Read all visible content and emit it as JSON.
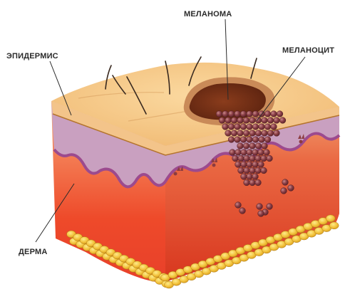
{
  "labels": {
    "melanoma": "МЕЛАНОМА",
    "melanocyte": "МЕЛАНОЦИТ",
    "epidermis": "ЭПИДЕРМИС",
    "dermis": "ДЕРМА"
  },
  "colors": {
    "skin_top": "#f4c98b",
    "epidermis_band": "#c9a8c4",
    "dermis": "#f05a2a",
    "melanoma_spot": "#7a3418",
    "melanocyte_cells": "#8c4048",
    "fat_cells": "#f3c23c"
  }
}
